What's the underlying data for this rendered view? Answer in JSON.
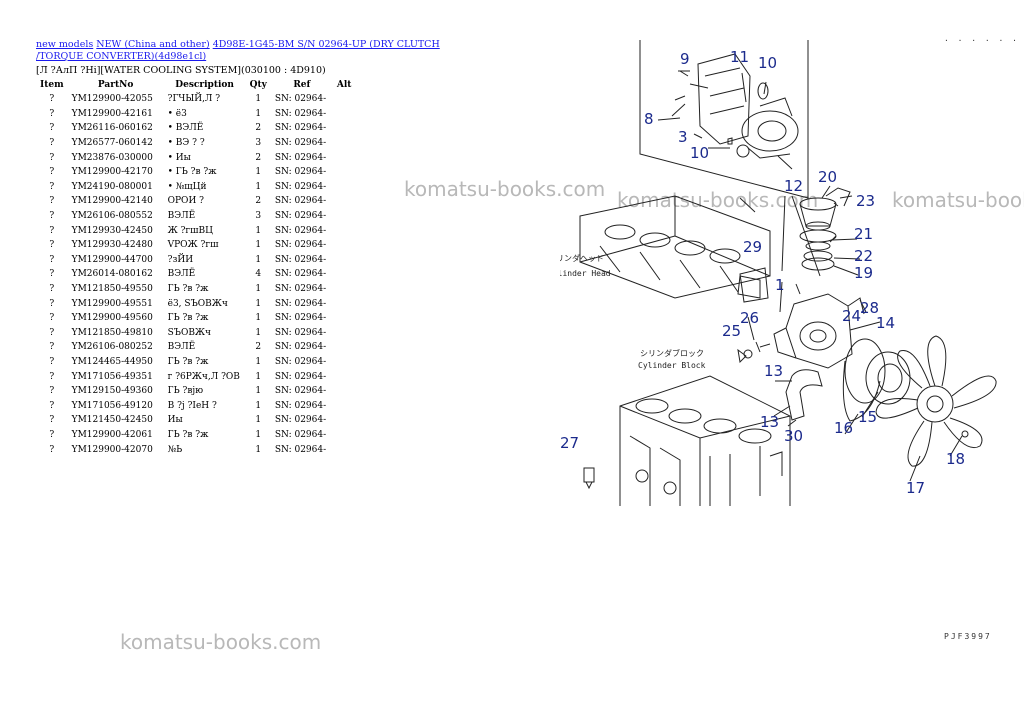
{
  "breadcrumb": {
    "link1": "new models",
    "link2": "NEW (China and other)",
    "link3": "4D98E-1G45-BM S/N 02964-UP (DRY CLUTCH /TORQUE CONVERTER)(4d98e1cl)"
  },
  "subtitle": "[Л ?АлП ?Нi][WATER COOLING SYSTEM](030100 : 4D910)",
  "table": {
    "headers": [
      "Item",
      "PartNo",
      "Description",
      "Qty",
      "Ref",
      "Alt"
    ],
    "rows": [
      [
        "?",
        "YM129900-42055",
        "?ГЧЫЙ,Л ?",
        "1",
        "SN: 02964-",
        ""
      ],
      [
        "?",
        "YM129900-42161",
        "• ё3",
        "1",
        "SN: 02964-",
        ""
      ],
      [
        "?",
        "YM26116-060162",
        "• ВЭЛЁ",
        "2",
        "SN: 02964-",
        ""
      ],
      [
        "?",
        "YM26577-060142",
        "• ВЭ ? ?",
        "3",
        "SN: 02964-",
        ""
      ],
      [
        "?",
        "YM23876-030000",
        "• Иы",
        "2",
        "SN: 02964-",
        ""
      ],
      [
        "?",
        "YM129900-42170",
        "• ГЬ ?в ?ж",
        "1",
        "SN: 02964-",
        ""
      ],
      [
        "?",
        "YM24190-080001",
        "• №щЦй",
        "1",
        "SN: 02964-",
        ""
      ],
      [
        "?",
        "YM129900-42140",
        "ОРОИ ?",
        "2",
        "SN: 02964-",
        ""
      ],
      [
        "?",
        "YM26106-080552",
        "ВЭЛЁ",
        "3",
        "SN: 02964-",
        ""
      ],
      [
        "?",
        "YM129930-42450",
        "Ж ?гшВЦ",
        "1",
        "SN: 02964-",
        ""
      ],
      [
        "?",
        "YM129930-42480",
        "VРОЖ ?гш",
        "1",
        "SN: 02964-",
        ""
      ],
      [
        "?",
        "YM129900-44700",
        "?зЙИ",
        "1",
        "SN: 02964-",
        ""
      ],
      [
        "?",
        "YM26014-080162",
        "ВЭЛЁ",
        "4",
        "SN: 02964-",
        ""
      ],
      [
        "?",
        "YM121850-49550",
        "ГЬ ?в ?ж",
        "1",
        "SN: 02964-",
        ""
      ],
      [
        "?",
        "YM129900-49551",
        "ё3, SЪОВЖч",
        "1",
        "SN: 02964-",
        ""
      ],
      [
        "?",
        "YM129900-49560",
        "ГЬ ?в ?ж",
        "1",
        "SN: 02964-",
        ""
      ],
      [
        "?",
        "YM121850-49810",
        "SЪОВЖч",
        "1",
        "SN: 02964-",
        ""
      ],
      [
        "?",
        "YM26106-080252",
        "ВЭЛЁ",
        "2",
        "SN: 02964-",
        ""
      ],
      [
        "?",
        "YM124465-44950",
        "ГЬ ?в ?ж",
        "1",
        "SN: 02964-",
        ""
      ],
      [
        "?",
        "YM171056-49351",
        "г ?6РЖч,Л ?ОВ",
        "1",
        "SN: 02964-",
        ""
      ],
      [
        "?",
        "YM129150-49360",
        "ГЬ ?вјю",
        "1",
        "SN: 02964-",
        ""
      ],
      [
        "?",
        "YM171056-49120",
        "В ?j ?IеН ?",
        "1",
        "SN: 02964-",
        ""
      ],
      [
        "?",
        "YM121450-42450",
        "Иы",
        "1",
        "SN: 02964-",
        ""
      ],
      [
        "?",
        "YM129900-42061",
        "ГЬ ?в ?ж",
        "1",
        "SN: 02964-",
        ""
      ],
      [
        "?",
        "YM129900-42070",
        "№Ь",
        "1",
        "SN: 02964-",
        ""
      ]
    ]
  },
  "watermarks": [
    "komatsu-books.com",
    "komatsu-books.com",
    "komatsu-books.com",
    "komatsu-books.com"
  ],
  "diagram": {
    "label_head_jp": "シリンダヘッド",
    "label_head_en": "Cylinder Head",
    "label_block_jp": "シリンダブロック",
    "label_block_en": "Cylinder Block",
    "callouts": [
      "9",
      "11",
      "10",
      "8",
      "3",
      "10",
      "12",
      "20",
      "23",
      "21",
      "22",
      "19",
      "29",
      "1",
      "28",
      "24",
      "14",
      "26",
      "25",
      "13",
      "13",
      "30",
      "15",
      "16",
      "17",
      "18",
      "27"
    ],
    "code_bottom": "PJF3997",
    "code_top": ". . . . . ."
  },
  "colors": {
    "link": "#1a1aee",
    "callout": "#1b2a8c",
    "watermark": "#b8b8b8"
  }
}
